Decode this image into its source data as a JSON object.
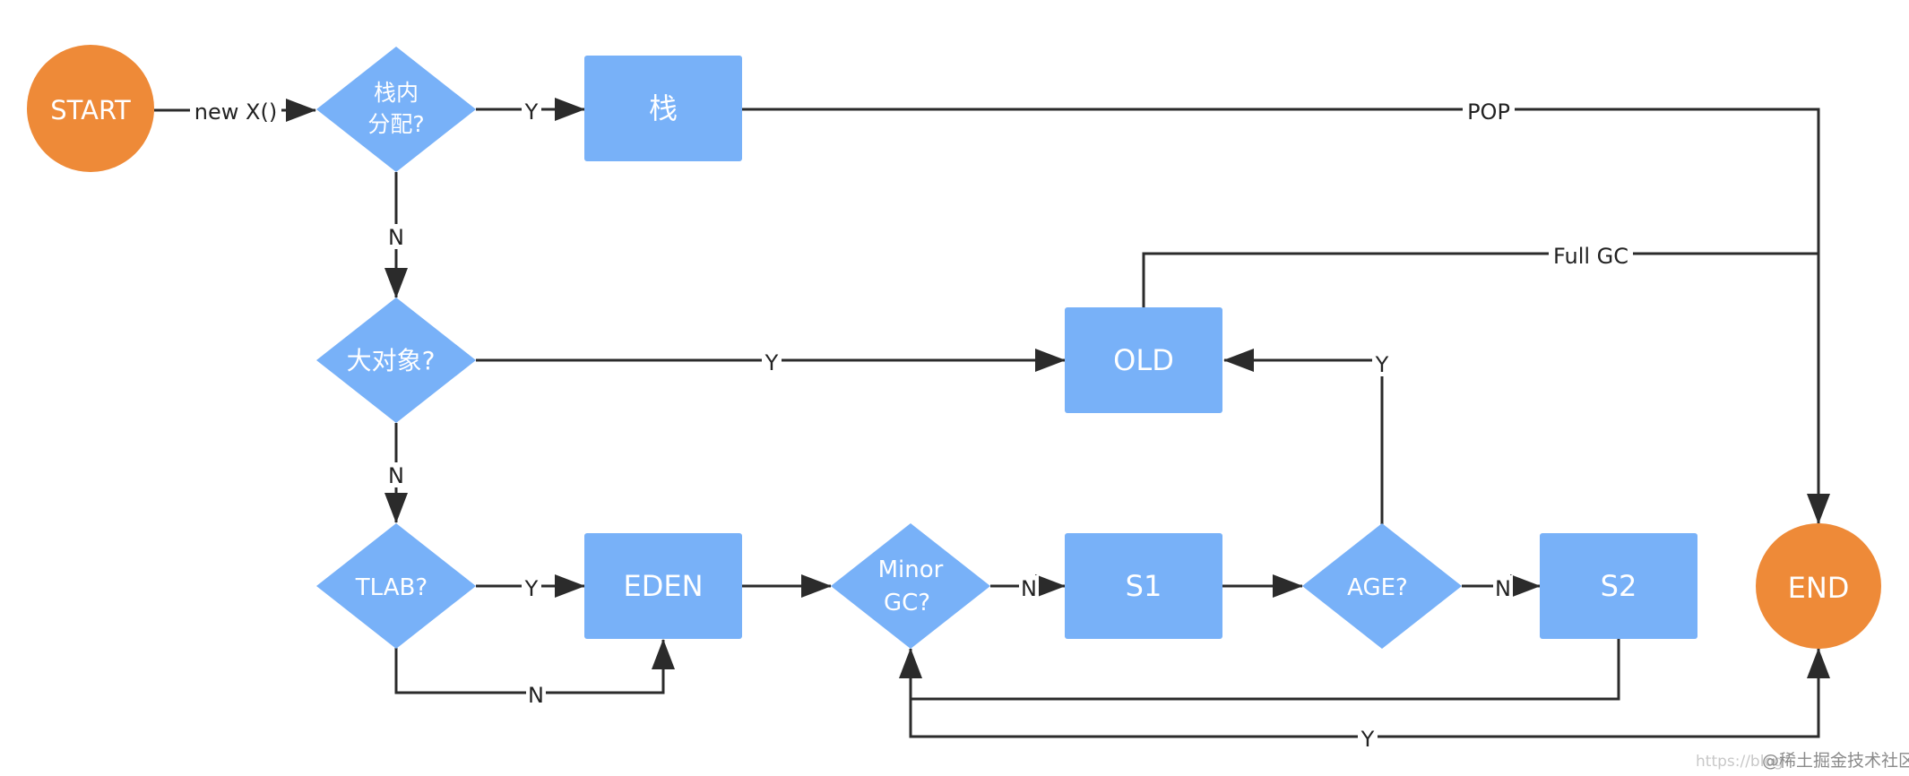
{
  "colors": {
    "terminal": "#ee8a38",
    "process": "#78b1f8",
    "line": "#2b2b2b",
    "text": "#ffffff",
    "label": "#222222"
  },
  "nodes": {
    "start": "START",
    "end": "END",
    "stack_q": [
      "栈内",
      "分配?"
    ],
    "stack": "栈",
    "big_q": "大对象?",
    "tlab_q": "TLAB?",
    "eden": "EDEN",
    "minor_q": [
      "Minor",
      "GC?"
    ],
    "s1": "S1",
    "age_q": "AGE?",
    "s2": "S2",
    "old": "OLD"
  },
  "edges": {
    "new": "new X()",
    "stack_yes": "Y",
    "stack_no": "N",
    "pop": "POP",
    "full_gc": "Full GC",
    "big_yes": "Y",
    "big_no": "N",
    "tlab_yes": "Y",
    "tlab_no": "N",
    "minor_no": "N",
    "age_yes": "Y",
    "age_no": "N",
    "minor_yes": "Y"
  },
  "watermark": {
    "faint": "https://blog",
    "main": "@稀土掘金技术社区"
  }
}
